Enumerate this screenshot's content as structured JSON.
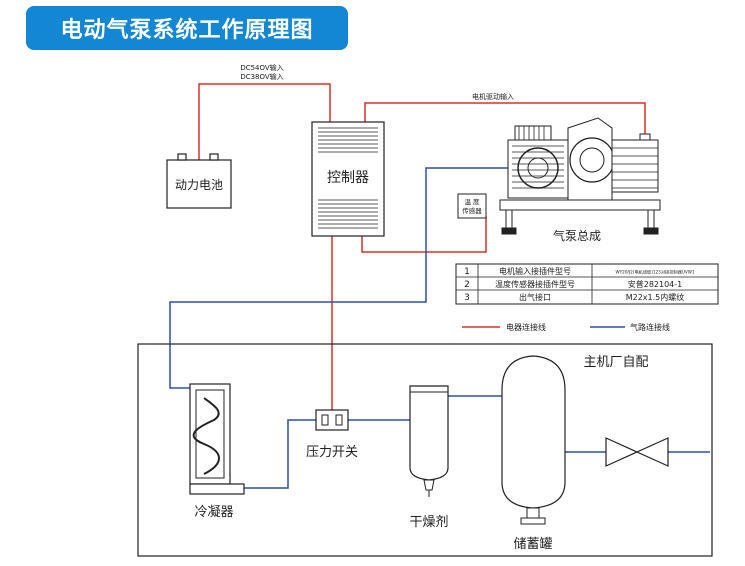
{
  "title": "电动气泵系统工作原理图",
  "colors": {
    "title_bg": "#1487d4",
    "electric_line": "#d9302f",
    "air_line": "#2f4fb0",
    "outline": "#222222"
  },
  "labels": {
    "power_input_1": "DC54OV输入",
    "power_input_2": "DC38OV输入",
    "motor_drive_input": "电机驱动输入",
    "battery": "动力电池",
    "controller": "控制器",
    "temp_sensor_1": "温 度",
    "temp_sensor_2": "传感器",
    "pump_assembly": "气泵总成",
    "main_oem": "主机厂自配",
    "pressure_switch": "压力开关",
    "condenser": "冷凝器",
    "dryer": "干燥剂",
    "storage_tank": "储蓄罐"
  },
  "spec_table": {
    "rows": [
      {
        "no": "1",
        "item": "电机输入接插件型号",
        "value": "WY20/J2(电机线缆)123对接控制器UVW1"
      },
      {
        "no": "2",
        "item": "温度传感器接插件型号",
        "value": "安普282104-1"
      },
      {
        "no": "3",
        "item": "出气接口",
        "value": "M22x1.5内螺纹"
      }
    ]
  },
  "legend": {
    "electric": "电器连接线",
    "air": "气路连接线"
  }
}
